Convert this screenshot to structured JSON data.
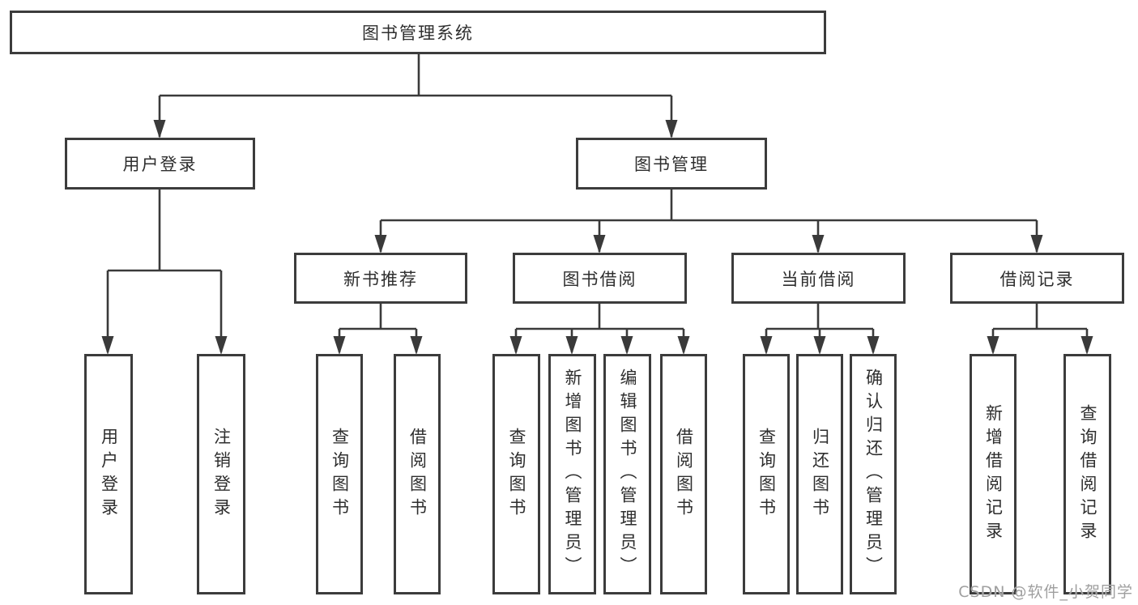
{
  "diagram": {
    "root": {
      "label": "图书管理系统"
    },
    "branches": [
      {
        "label": "用户登录",
        "children": [
          {
            "label": "用户登录"
          },
          {
            "label": "注销登录"
          }
        ]
      },
      {
        "label": "图书管理",
        "children": [
          {
            "label": "新书推荐",
            "children": [
              {
                "label": "查询图书"
              },
              {
                "label": "借阅图书"
              }
            ]
          },
          {
            "label": "图书借阅",
            "children": [
              {
                "label": "查询图书"
              },
              {
                "label": "新增图书（管理员）"
              },
              {
                "label": "编辑图书（管理员）"
              },
              {
                "label": "借阅图书"
              }
            ]
          },
          {
            "label": "当前借阅",
            "children": [
              {
                "label": "查询图书"
              },
              {
                "label": "归还图书"
              },
              {
                "label": "确认归还（管理员）"
              }
            ]
          },
          {
            "label": "借阅记录",
            "children": [
              {
                "label": "新增借阅记录"
              },
              {
                "label": "查询借阅记录"
              }
            ]
          }
        ]
      }
    ]
  },
  "watermark": {
    "text": "CSDN @软件_小贺同学"
  },
  "colors": {
    "line": "#3a3a3a",
    "box_border": "#3c3c3c",
    "text": "#2e2e2e",
    "watermark": "#9f9f9f",
    "background": "#ffffff"
  }
}
